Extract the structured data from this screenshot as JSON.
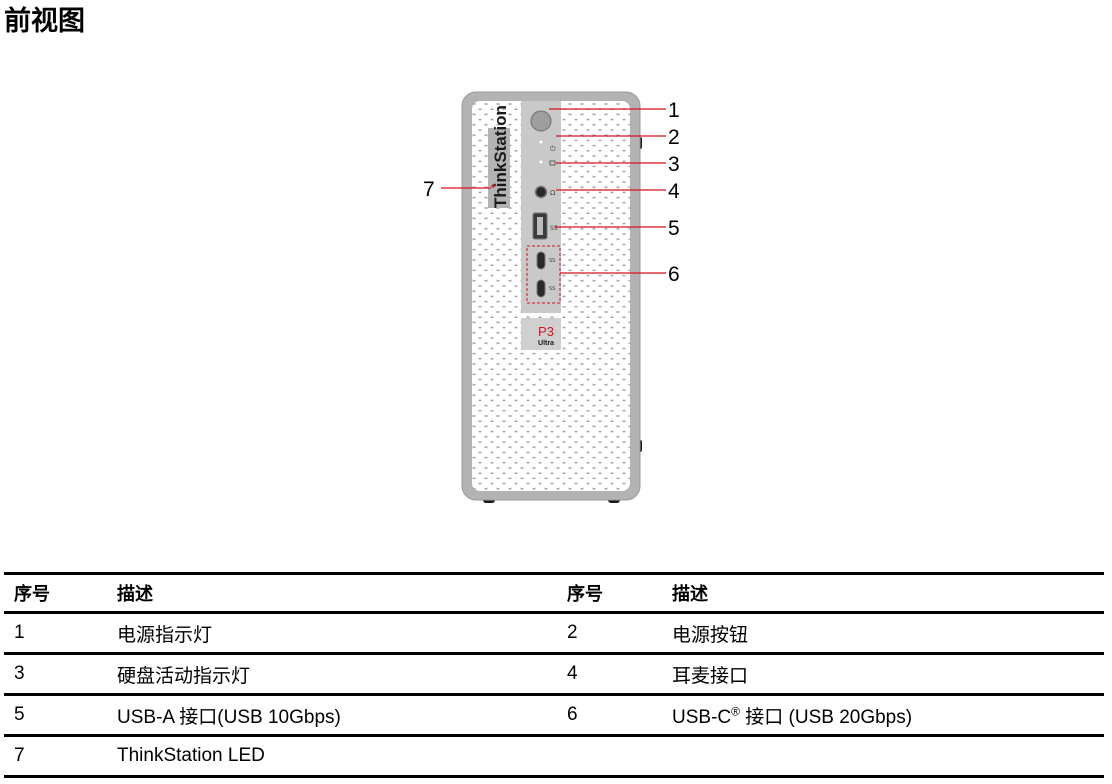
{
  "page_title": "前视图",
  "figure": {
    "brand_vertical": "ThinkStation",
    "model_label": "P3",
    "model_sublabel": "Ultra",
    "callouts": [
      "1",
      "2",
      "3",
      "4",
      "5",
      "6",
      "7"
    ]
  },
  "table": {
    "headers": [
      "序号",
      "描述",
      "序号",
      "描述"
    ],
    "rows": [
      {
        "n1": "1",
        "d1": "电源指示灯",
        "n2": "2",
        "d2": "电源按钮"
      },
      {
        "n1": "3",
        "d1": "硬盘活动指示灯",
        "n2": "4",
        "d2": "耳麦接口"
      },
      {
        "n1": "5",
        "d1": "USB-A 接口(USB 10Gbps)",
        "n2": "6",
        "d2_pre": "USB-C",
        "d2_sup": "®",
        "d2_post": " 接口 (USB 20Gbps)"
      },
      {
        "n1": "7",
        "d1": "ThinkStation LED",
        "n2": "",
        "d2": ""
      }
    ]
  },
  "colors": {
    "model_accent": "#d4141c",
    "callout_line": "#d4141c",
    "case_gray": "#b3b3b3"
  }
}
